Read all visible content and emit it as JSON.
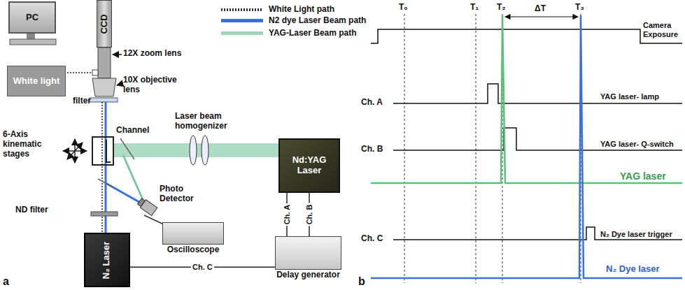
{
  "diagram": {
    "nodes": [
      {
        "text": [
          "PC"
        ]
      },
      {
        "text": [
          "CCD"
        ]
      },
      {
        "text": [
          "White light"
        ]
      },
      {
        "text": [
          "Nd:YAG Laser"
        ]
      },
      {
        "text": [
          "N₂ Laser"
        ]
      },
      {
        "text": [
          "Oscilloscope"
        ]
      },
      {
        "text": [
          "Delay generator"
        ]
      }
    ],
    "edges": [
      {
        "from": 3,
        "to": 6,
        "label": "Ch. A",
        "arrow": "none"
      },
      {
        "from": 3,
        "to": 6,
        "label": "Ch. B",
        "arrow": "none"
      },
      {
        "from": 4,
        "to": 6,
        "label": "Ch. C",
        "arrow": "none"
      }
    ],
    "labels": [
      "12X zoom lens",
      "10X objective lens",
      "filter",
      "Channel",
      "6-Axis kinematic stages",
      "Laser beam homogenizer",
      "Photo Detector",
      "ND filter",
      "a",
      "b",
      "T₀",
      "T₁",
      "T₂",
      "T₃",
      "ΔT",
      "Camera Exposure",
      "Ch. A",
      "YAG laser- lamp",
      "Ch. B",
      "YAG laser- Q-switch",
      "YAG laser",
      "Ch. C",
      "N₂ Dye laser trigger",
      "N₂ Dye laser"
    ],
    "legend": [
      {
        "text": "White Light path"
      },
      {
        "text": "N2 dye Laser Beam path",
        "color": "#3a6fe0"
      },
      {
        "text": "YAG-Laser Beam path",
        "color": "#9fd6bb"
      }
    ]
  }
}
